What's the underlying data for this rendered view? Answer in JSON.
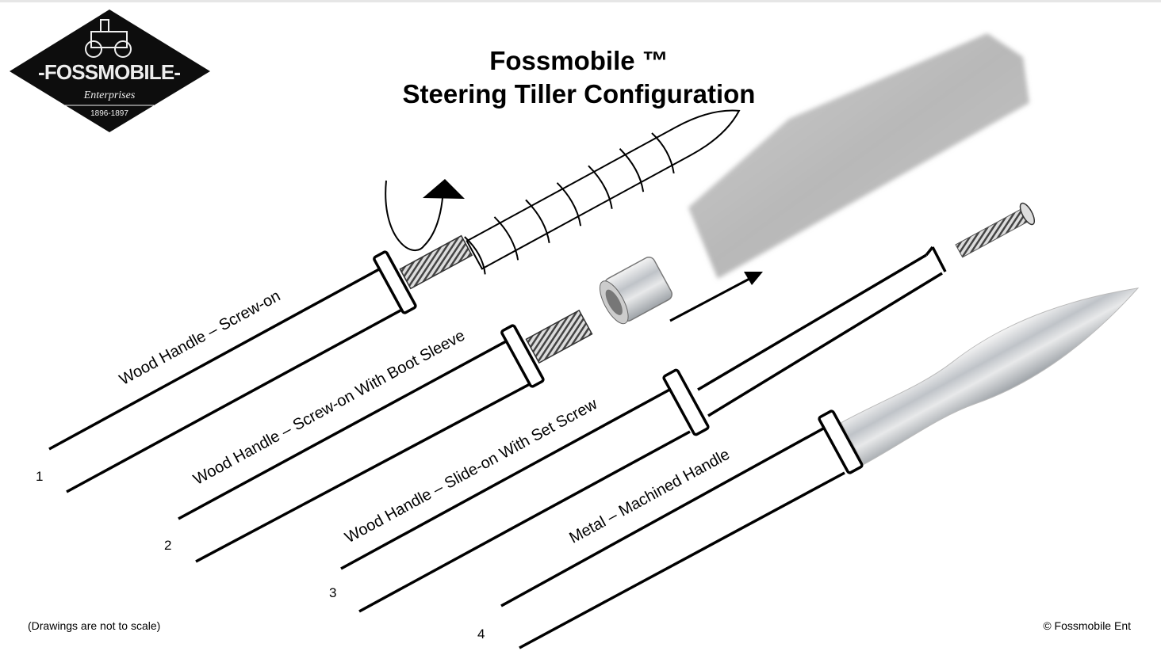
{
  "title_line1": "Fossmobile ™",
  "title_line2": "Steering Tiller Configuration",
  "logo": {
    "name": "FOSSMOBILE",
    "sub": "Enterprises",
    "years": "1896-1897"
  },
  "options": [
    {
      "number": "1",
      "label": "Wood Handle – Screw-on"
    },
    {
      "number": "2",
      "label": "Wood Handle – Screw-on With Boot Sleeve"
    },
    {
      "number": "3",
      "label": "Wood Handle – Slide-on With Set Screw"
    },
    {
      "number": "4",
      "label": "Metal – Machined Handle"
    }
  ],
  "footnote": "(Drawings are not to scale)",
  "copyright": "© Fossmobile Ent"
}
